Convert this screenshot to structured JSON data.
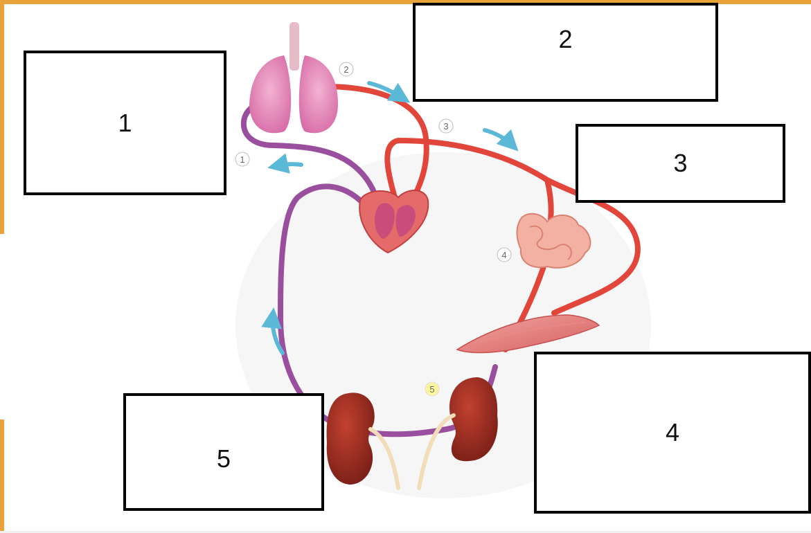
{
  "label_boxes": [
    {
      "id": "1",
      "text": "1"
    },
    {
      "id": "2",
      "text": "2"
    },
    {
      "id": "3",
      "text": "3"
    },
    {
      "id": "4",
      "text": "4"
    },
    {
      "id": "5",
      "text": "5"
    }
  ],
  "step_markers": {
    "lungs_out": "1",
    "lungs_in": "2",
    "aorta": "3",
    "intestine": "4",
    "kidneys": "5"
  },
  "colors": {
    "oxygenated": "#e2453a",
    "deoxygenated": "#9a4f9e",
    "flow_arrow": "#5bb8d6",
    "border_accent": "#e8a33a"
  }
}
